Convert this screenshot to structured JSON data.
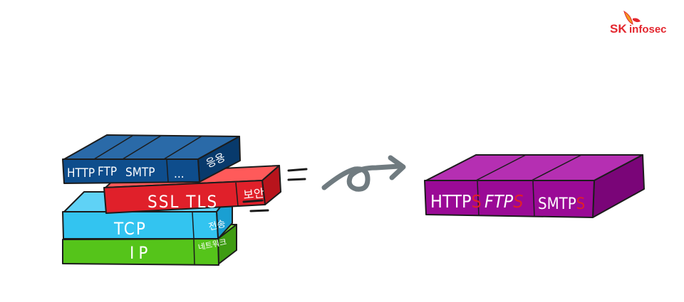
{
  "logo": {
    "brand": "SK",
    "product": "infosec"
  },
  "stack": {
    "application": {
      "protocols": [
        "HTTP",
        "FTP",
        "SMTP",
        "..."
      ],
      "layer_label": "응용"
    },
    "security": {
      "protocols": "SSL TLS",
      "layer_label": "보안"
    },
    "transport": {
      "protocol": "TCP",
      "layer_label": "전송"
    },
    "network": {
      "protocol": "IP",
      "layer_label": "네트워크"
    }
  },
  "result_box": {
    "items": [
      {
        "base": "HTTP",
        "suffix": "S"
      },
      {
        "base": "FTP",
        "suffix": "S"
      },
      {
        "base": "SMTP",
        "suffix": "S"
      }
    ]
  },
  "colors": {
    "application": "#0e4d8c",
    "security": "#e0202a",
    "transport": "#33c4f0",
    "network": "#55c41a",
    "result": "#9a0a96",
    "suffix": "#e0202a",
    "arrow": "#707b80",
    "logo_red": "#e3262e",
    "logo_orange": "#f39a1f"
  }
}
